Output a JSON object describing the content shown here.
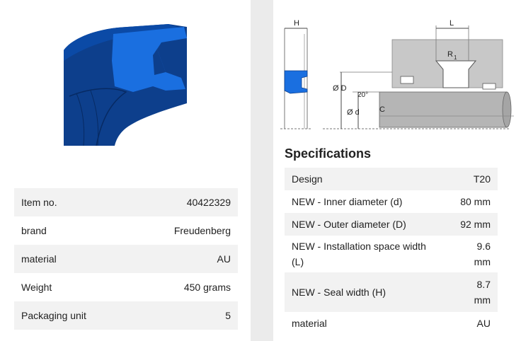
{
  "product": {
    "image_icon": "lip-seal-icon",
    "details": [
      {
        "label": "Item no.",
        "value": "40422329"
      },
      {
        "label": "brand",
        "value": "Freudenberg"
      },
      {
        "label": "material",
        "value": "AU"
      },
      {
        "label": "Weight",
        "value": "450 grams"
      },
      {
        "label": "Packaging unit",
        "value": "5"
      }
    ]
  },
  "drawing": {
    "labels": {
      "h": "H",
      "l": "L",
      "r": "R",
      "r_sub": "1",
      "d_outer": "Ø D",
      "d_inner": "Ø d",
      "angle": "20°",
      "c": "C"
    }
  },
  "specifications": {
    "title": "Specifications",
    "rows": [
      {
        "label": "Design",
        "value": "T20"
      },
      {
        "label": "NEW - Inner diameter (d)",
        "value": "80 mm"
      },
      {
        "label": "NEW - Outer diameter (D)",
        "value": "92 mm"
      },
      {
        "label": "NEW - Installation space width (L)",
        "value": "9.6 mm"
      },
      {
        "label": "NEW - Seal width (H)",
        "value": "8.7 mm"
      },
      {
        "label": "material",
        "value": "AU"
      }
    ]
  },
  "colors": {
    "seal_dark": "#0d3f8c",
    "seal_light": "#1a6fe0",
    "row_shade": "#f2f2f2",
    "background": "#ebebeb"
  }
}
